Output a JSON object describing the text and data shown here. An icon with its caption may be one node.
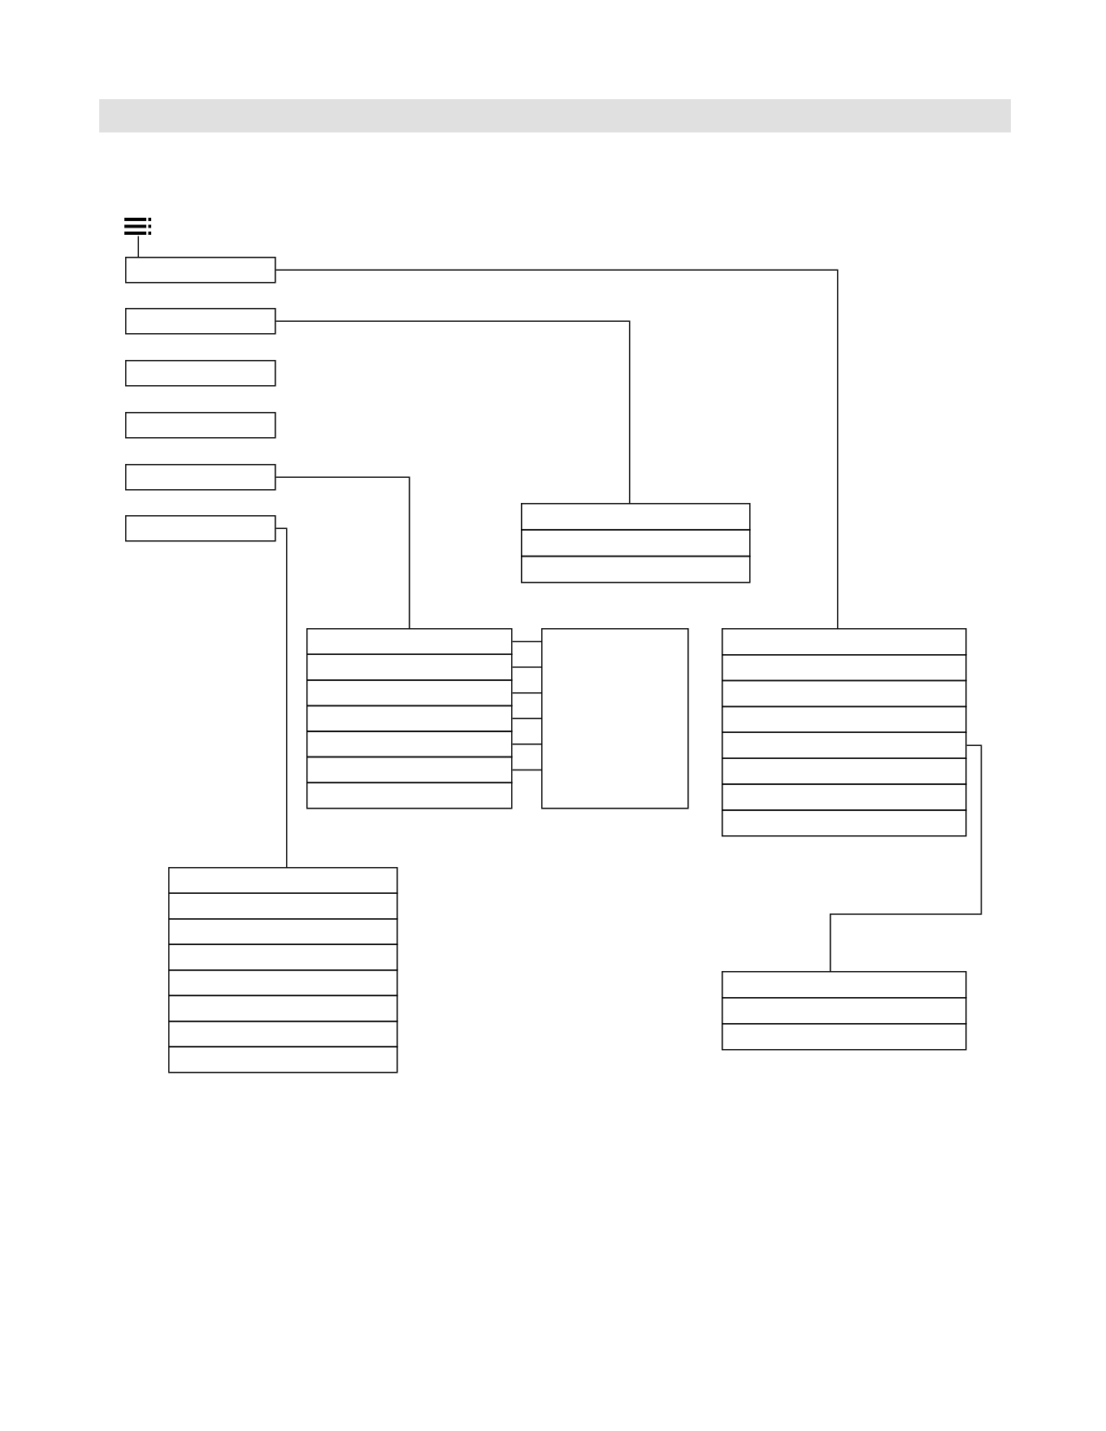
{
  "diagram": {
    "nodes": [
      {
        "text": [],
        "shape": "picture"
      },
      {
        "text": [],
        "shape": "box"
      },
      {
        "text": [],
        "shape": "box"
      },
      {
        "text": [],
        "shape": "box"
      },
      {
        "text": [],
        "shape": "box"
      },
      {
        "text": [],
        "shape": "box"
      },
      {
        "text": [],
        "shape": "box"
      },
      {
        "text": [],
        "shape": "box"
      },
      {
        "text": [],
        "shape": "box"
      },
      {
        "text": [],
        "shape": "box"
      },
      {
        "text": [],
        "shape": "box"
      },
      {
        "text": [],
        "shape": "box"
      },
      {
        "text": [],
        "shape": "box"
      },
      {
        "text": [],
        "shape": "box"
      },
      {
        "text": [],
        "shape": "box"
      },
      {
        "text": [],
        "shape": "box"
      },
      {
        "text": [],
        "shape": "box"
      },
      {
        "text": [],
        "shape": "box"
      },
      {
        "text": [],
        "shape": "box"
      },
      {
        "text": [],
        "shape": "box"
      },
      {
        "text": [],
        "shape": "box"
      },
      {
        "text": [],
        "shape": "box"
      },
      {
        "text": [],
        "shape": "box"
      },
      {
        "text": [],
        "shape": "box"
      },
      {
        "text": [],
        "shape": "box"
      },
      {
        "text": [],
        "shape": "box"
      },
      {
        "text": [],
        "shape": "box"
      },
      {
        "text": [],
        "shape": "box"
      },
      {
        "text": [],
        "shape": "box"
      },
      {
        "text": [],
        "shape": "box"
      },
      {
        "text": [],
        "shape": "box"
      },
      {
        "text": [],
        "shape": "box"
      },
      {
        "text": [],
        "shape": "box"
      },
      {
        "text": [],
        "shape": "box"
      },
      {
        "text": [],
        "shape": "box"
      },
      {
        "text": [],
        "shape": "box"
      },
      {
        "text": [],
        "shape": "box"
      }
    ],
    "edges": [
      {
        "from": 0,
        "to": 1,
        "arrow": "none"
      },
      {
        "from": 1,
        "to": 18,
        "arrow": "none"
      },
      {
        "from": 2,
        "to": 7,
        "arrow": "none"
      },
      {
        "from": 5,
        "to": 10,
        "arrow": "none"
      },
      {
        "from": 6,
        "to": 26,
        "arrow": "none"
      },
      {
        "from": 10,
        "to": 17,
        "arrow": "none"
      },
      {
        "from": 11,
        "to": 17,
        "arrow": "none"
      },
      {
        "from": 12,
        "to": 17,
        "arrow": "none"
      },
      {
        "from": 13,
        "to": 17,
        "arrow": "none"
      },
      {
        "from": 14,
        "to": 17,
        "arrow": "none"
      },
      {
        "from": 15,
        "to": 17,
        "arrow": "none"
      },
      {
        "from": 22,
        "to": 34,
        "arrow": "none"
      }
    ]
  }
}
